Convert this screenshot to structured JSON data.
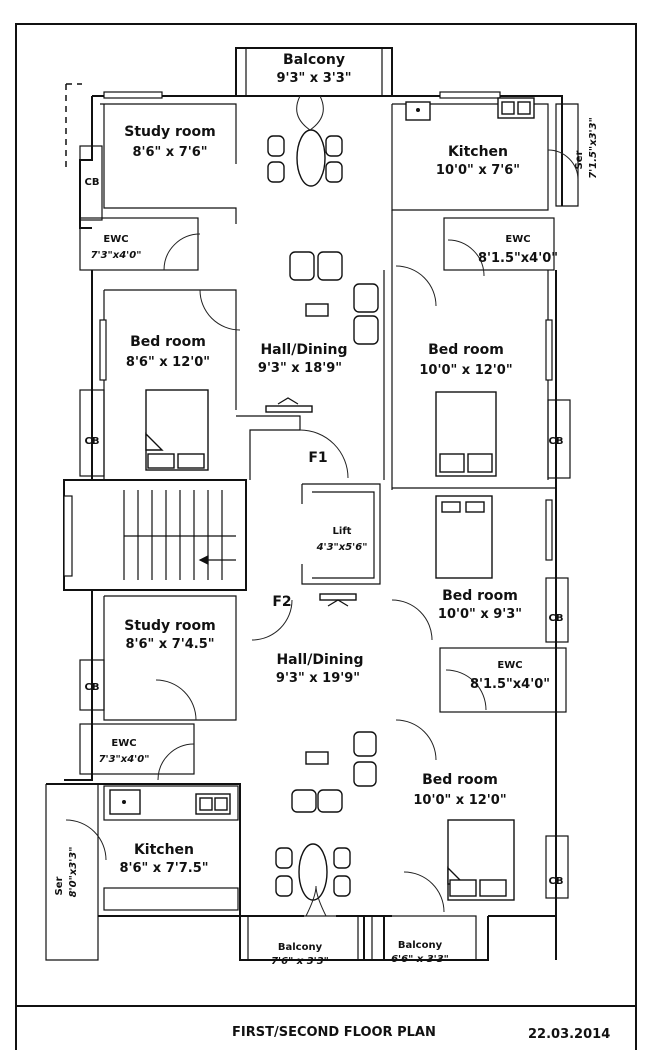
{
  "drawing": {
    "title": "FIRST/SECOND FLOOR PLAN",
    "date": "22.03.2014"
  },
  "rooms": {
    "balcony_top": {
      "name": "Balcony",
      "dim": "9'3\" x 3'3\""
    },
    "study_top": {
      "name": "Study room",
      "dim": "8'6\" x 7'6\""
    },
    "kitchen_top": {
      "name": "Kitchen",
      "dim": "10'0\" x 7'6\""
    },
    "ser_top": {
      "name": "Ser",
      "dim": "7'1.5\"x3'3\""
    },
    "ewc_top_left": {
      "name": "EWC",
      "dim": "7'3\"x4'0\""
    },
    "ewc_top_right": {
      "name": "EWC",
      "dim": "8'1.5\"x4'0\""
    },
    "bed_left_upper": {
      "name": "Bed room",
      "dim": "8'6\" x 12'0\""
    },
    "hall_upper": {
      "name": "Hall/Dining",
      "dim": "9'3\" x 18'9\""
    },
    "bed_right_upper": {
      "name": "Bed room",
      "dim": "10'0\" x 12'0\""
    },
    "flat1": {
      "name": "F1"
    },
    "flat2": {
      "name": "F2"
    },
    "lift": {
      "name": "Lift",
      "dim": "4'3\"x5'6\""
    },
    "bed_right_mid": {
      "name": "Bed room",
      "dim": "10'0\" x 9'3\""
    },
    "study_bottom": {
      "name": "Study room",
      "dim": "8'6\" x 7'4.5\""
    },
    "hall_lower": {
      "name": "Hall/Dining",
      "dim": "9'3\" x 19'9\""
    },
    "ewc_bottom_right": {
      "name": "EWC",
      "dim": "8'1.5\"x4'0\""
    },
    "ewc_bottom_left": {
      "name": "EWC",
      "dim": "7'3\"x4'0\""
    },
    "bed_right_lower": {
      "name": "Bed room",
      "dim": "10'0\" x 12'0\""
    },
    "kitchen_bottom": {
      "name": "Kitchen",
      "dim": "8'6\" x 7'7.5\""
    },
    "ser_bottom": {
      "name": "Ser",
      "dim": "8'0\"x3'3\""
    },
    "balcony_bottom_left": {
      "name": "Balcony",
      "dim": "7'6\" x 3'3\""
    },
    "balcony_bottom_right": {
      "name": "Balcony",
      "dim": "6'6\" x 3'3\""
    }
  },
  "cupboards": {
    "label": "CB"
  }
}
